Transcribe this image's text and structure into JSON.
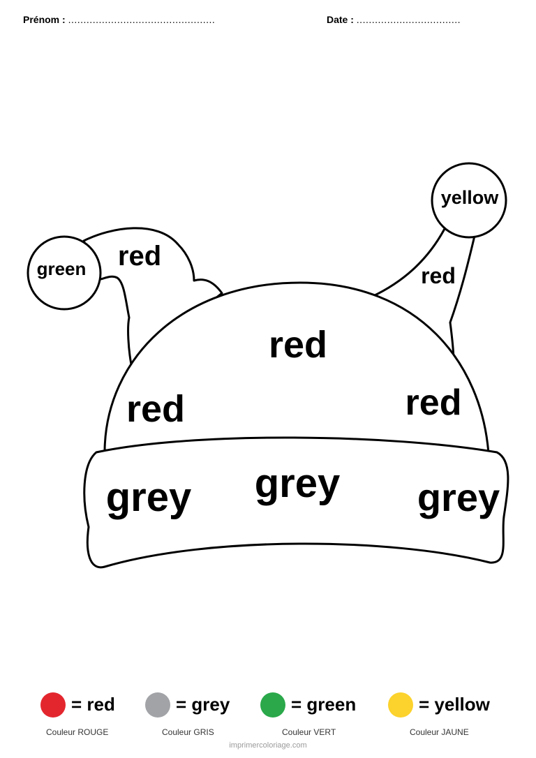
{
  "header": {
    "name_label": "Prénom :",
    "name_dots": "................................................",
    "date_label": "Date :",
    "date_dots": ".................................."
  },
  "regions": {
    "pompom_left": "green",
    "pompom_right": "yellow",
    "left_horn": "red",
    "right_horn": "red",
    "dome_top": "red",
    "dome_left": "red",
    "dome_right": "red",
    "brim_left": "grey",
    "brim_center": "grey",
    "brim_right": "grey"
  },
  "legend": [
    {
      "color": "#e3262e",
      "icon": "red-circle-icon",
      "text": "= red",
      "caption": "Couleur ROUGE"
    },
    {
      "color": "#a1a3a7",
      "icon": "grey-circle-icon",
      "text": "= grey",
      "caption": "Couleur GRIS"
    },
    {
      "color": "#2aa84a",
      "icon": "green-circle-icon",
      "text": "= green",
      "caption": "Couleur VERT"
    },
    {
      "color": "#fcd22c",
      "icon": "yellow-circle-icon",
      "text": "= yellow",
      "caption": "Couleur JAUNE"
    }
  ],
  "footer": {
    "site": "imprimercoloriage.com"
  }
}
